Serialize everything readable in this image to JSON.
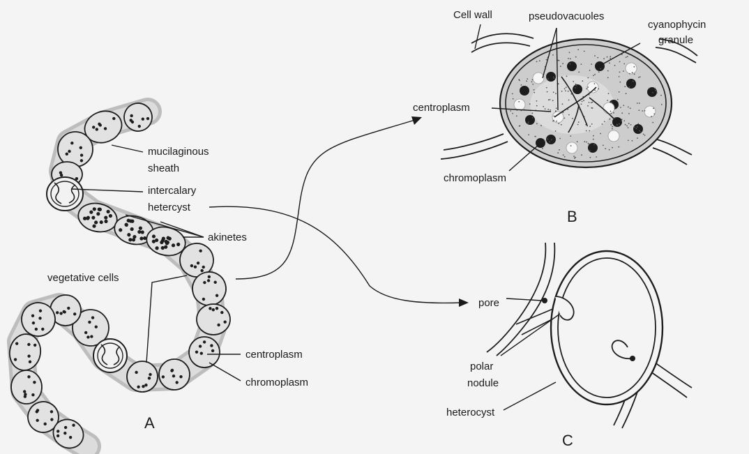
{
  "panels": {
    "a": "A",
    "b": "B",
    "c": "C"
  },
  "labels_a": {
    "mucilaginous_1": "mucilaginous",
    "mucilaginous_2": "sheath",
    "intercalary_1": "intercalary",
    "intercalary_2": "hetercyst",
    "akinetes": "akinetes",
    "vegetative": "vegetative cells",
    "centroplasm": "centroplasm",
    "chromoplasm": "chromoplasm"
  },
  "labels_b": {
    "cell_wall": "Cell wall",
    "pseudovacuoles": "pseudovacuoles",
    "cyanophycin_1": "cyanophycin",
    "cyanophycin_2": "granule",
    "centroplasm": "centroplasm",
    "chromoplasm": "chromoplasm"
  },
  "labels_c": {
    "pore": "pore",
    "polar_1": "polar",
    "polar_2": "nodule",
    "heterocyst": "heterocyst"
  }
}
